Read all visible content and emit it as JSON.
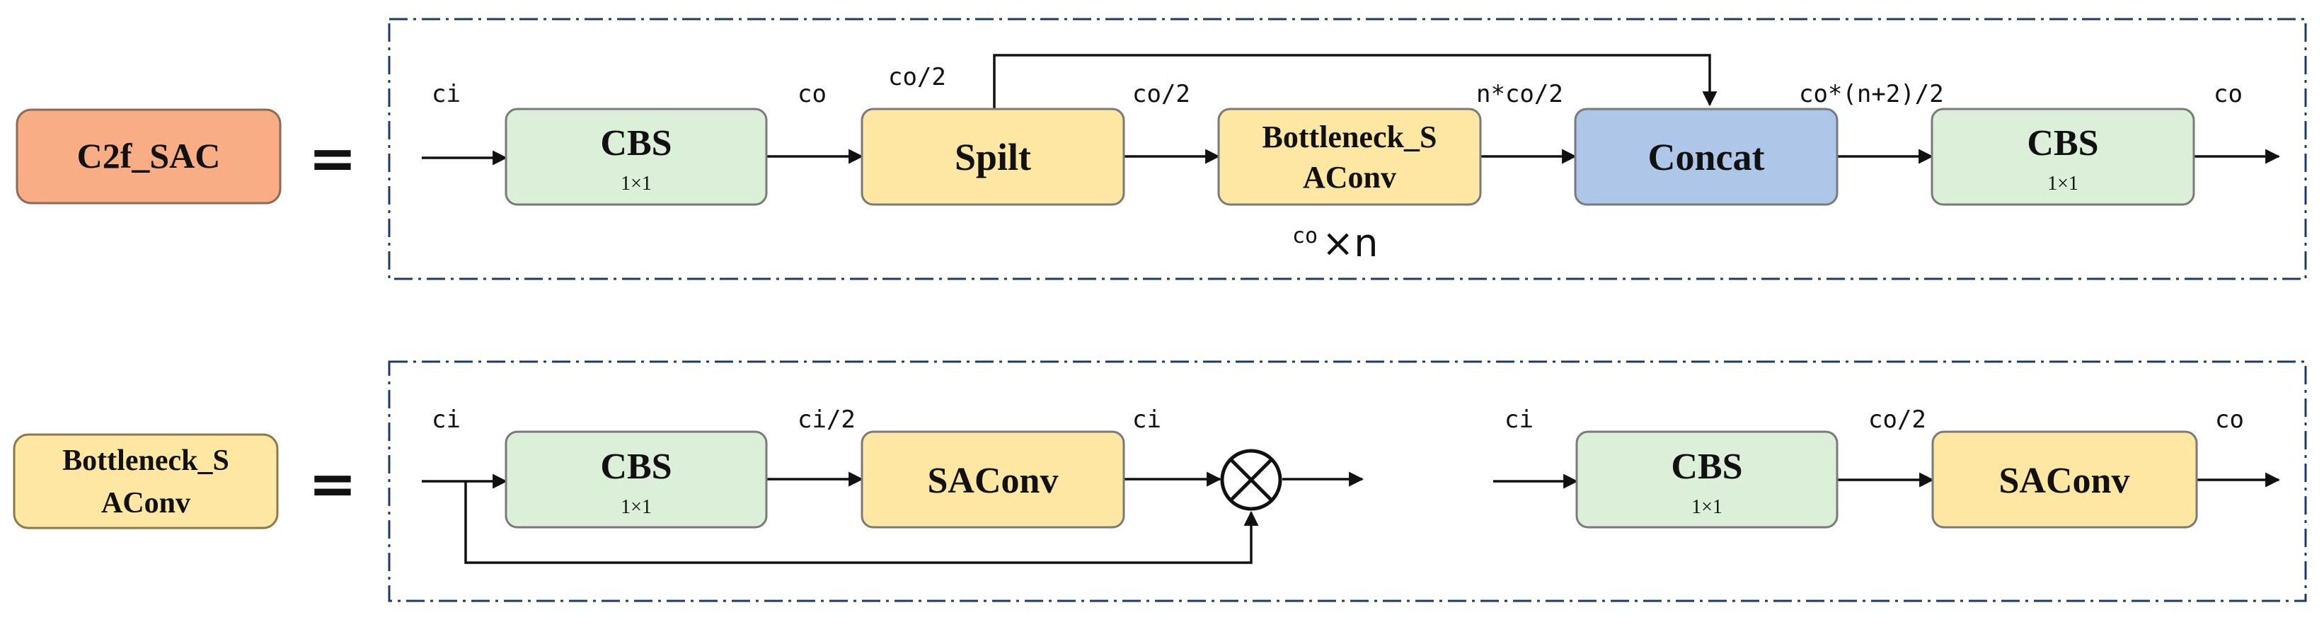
{
  "colors": {
    "green": "#dcefd8",
    "yellow": "#fde7a2",
    "blue": "#aec6e8",
    "orange": "#f8ad84",
    "frame": "#1f3b63",
    "box_stroke": "#7a7a7a"
  },
  "equals_sign": "=",
  "top": {
    "label": "C2f_SAC",
    "flow": {
      "cbs1": {
        "title": "CBS",
        "sub": "1×1"
      },
      "split": {
        "title": "Spilt"
      },
      "bottleneck": {
        "line1": "Bottleneck_S",
        "line2": "AConv"
      },
      "concat": {
        "title": "Concat"
      },
      "cbs2": {
        "title": "CBS",
        "sub": "1×1"
      }
    },
    "channels": {
      "in": "ci",
      "after_cbs1": "co",
      "split_up": "co/2",
      "after_split": "co/2",
      "after_bottleneck": "n*co/2",
      "after_concat": "co*(n+2)/2",
      "out": "co"
    },
    "repeat": {
      "sup": "co",
      "times": "×n"
    }
  },
  "bottom": {
    "label_line1": "Bottleneck_S",
    "label_line2": "AConv",
    "left_flow": {
      "cbs": {
        "title": "CBS",
        "sub": "1×1"
      },
      "saconv": {
        "title": "SAConv"
      },
      "channels": {
        "in": "ci",
        "mid": "ci/2",
        "out": "ci"
      },
      "operator": "multiply-circle-icon"
    },
    "right_flow": {
      "cbs": {
        "title": "CBS",
        "sub": "1×1"
      },
      "saconv": {
        "title": "SAConv"
      },
      "channels": {
        "in": "ci",
        "mid": "co/2",
        "out": "co"
      }
    }
  }
}
